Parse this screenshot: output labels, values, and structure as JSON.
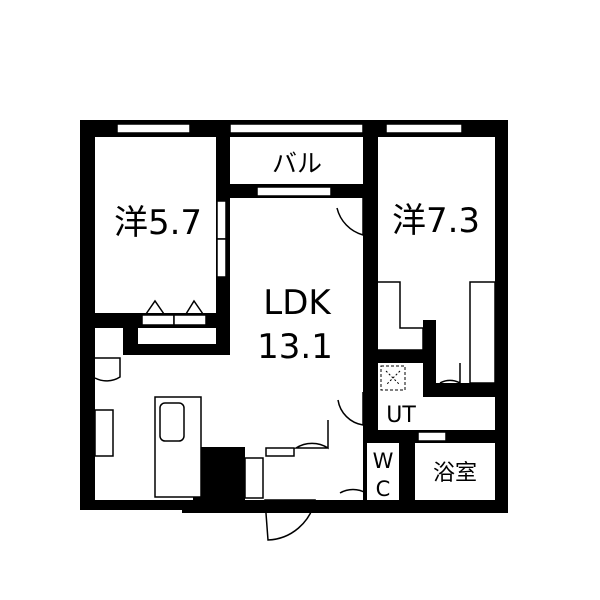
{
  "floor_plan": {
    "rooms": {
      "western_room_1": {
        "label": "洋5.7"
      },
      "balcony": {
        "label": "バル"
      },
      "western_room_2": {
        "label": "洋7.3"
      },
      "ldk": {
        "label": "LDK",
        "size": "13.1"
      },
      "utility": {
        "label": "UT"
      },
      "toilet": {
        "label_line1": "W",
        "label_line2": "C"
      },
      "bathroom": {
        "label": "浴室"
      }
    },
    "colors": {
      "wall": "#000000",
      "floor": "#ffffff"
    }
  }
}
